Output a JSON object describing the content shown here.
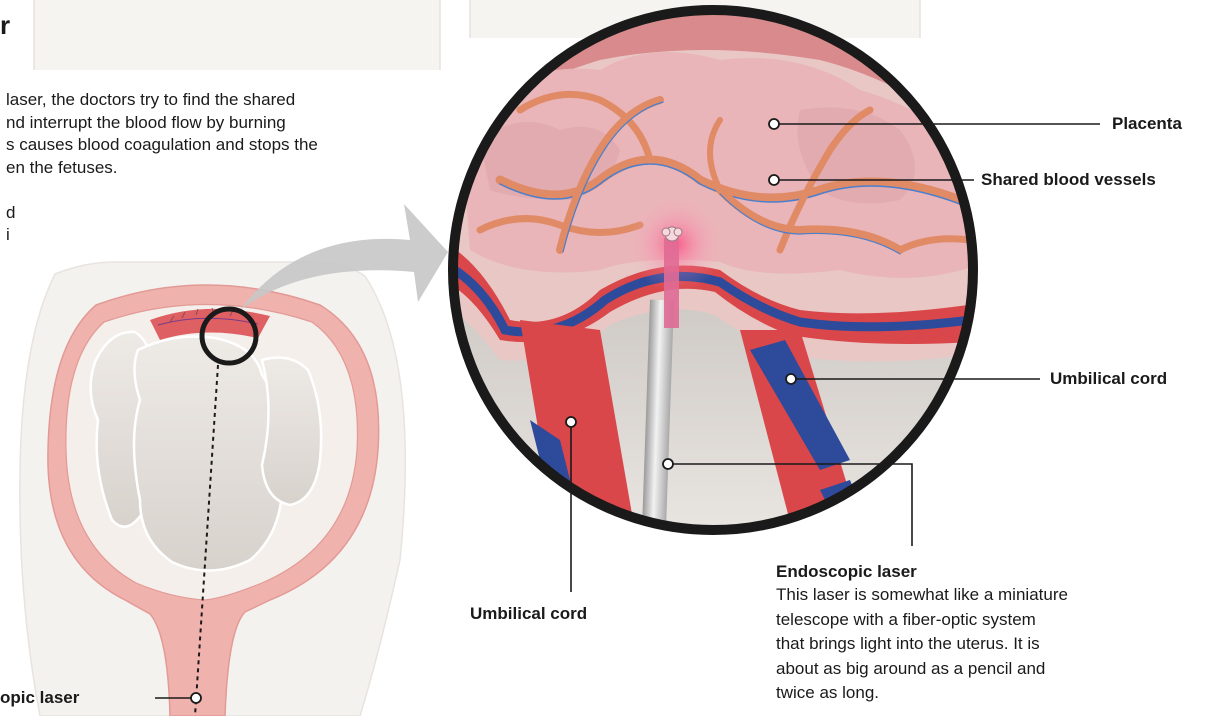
{
  "header_fragment": "r",
  "intro": {
    "lines": [
      "laser, the doctors try to find the shared",
      "nd interrupt the blood flow by burning",
      "s causes blood coagulation and stops the",
      "en the fetuses."
    ],
    "fragments": [
      "d",
      "i"
    ]
  },
  "labels": {
    "placenta": "Placenta",
    "shared_vessels": "Shared blood vessels",
    "umbilical_cord_right": "Umbilical cord",
    "umbilical_cord_bottom": "Umbilical cord",
    "endoscopic_laser_left": "opic laser"
  },
  "endoscopic_laser": {
    "title": "Endoscopic laser",
    "lines": [
      "This laser is somewhat like a miniature",
      "telescope with a fiber-optic system",
      "that brings light into the uterus. It is",
      "about as big around as a pencil and",
      "twice as long."
    ]
  },
  "colors": {
    "artery_red": "#d9474a",
    "vein_blue": "#2e4a9a",
    "placenta_pink": "#e9b5b8",
    "vessel_orange": "#e08a66",
    "skin": "#f4f2ef",
    "uterus_wall": "#efa9a5"
  }
}
